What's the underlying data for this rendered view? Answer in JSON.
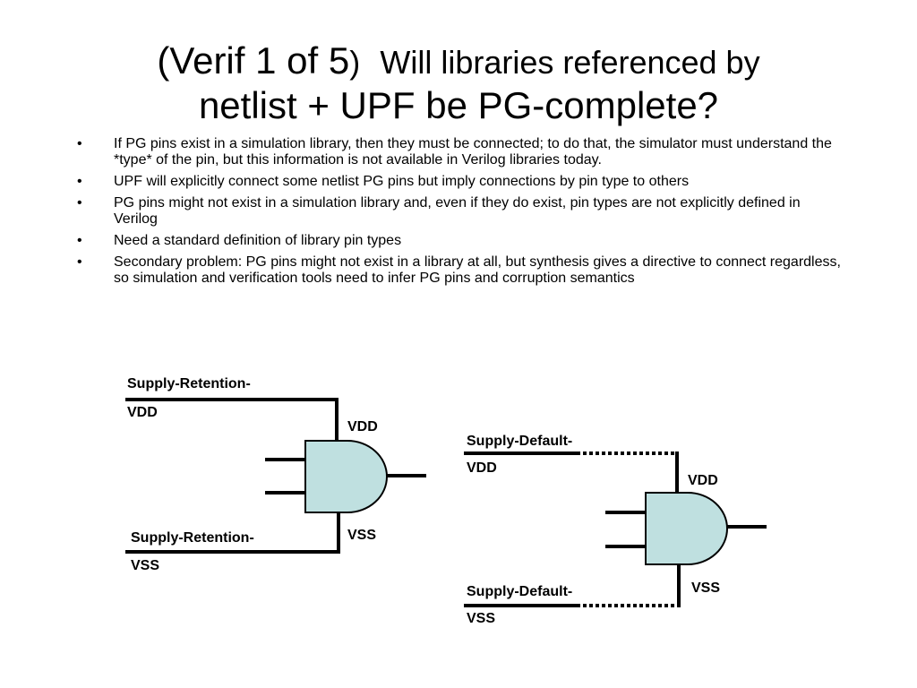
{
  "slide": {
    "title_part1": "(Verif 1 of 5",
    "title_part2": ")",
    "title_part3": "Will libraries referenced by",
    "title_line2": "netlist + UPF be PG-complete?",
    "bullets": [
      "If PG pins exist in a simulation library, then they must be connected; to do that, the simulator must understand the *type* of the pin, but this information is not available in Verilog libraries today.",
      "UPF will explicitly connect some netlist PG pins but imply connections by pin type to others",
      "PG pins might not exist in a simulation library and, even if they do exist, pin types are not explicitly defined in Verilog",
      "Need a standard definition of library pin types",
      "Secondary problem:  PG pins might not exist in a library at all, but synthesis gives a directive to connect regardless, so simulation and verification tools need to infer PG pins and corruption semantics"
    ]
  },
  "diagram": {
    "gate_fill": "#bfe0e0",
    "left": {
      "supply_top_1": "Supply-Retention-",
      "supply_top_2": "VDD",
      "vdd_pin": "VDD",
      "vss_pin": "VSS",
      "supply_bottom_1": "Supply-Retention-",
      "supply_bottom_2": "VSS"
    },
    "right": {
      "supply_top_1": "Supply-Default-",
      "supply_top_2": "VDD",
      "vdd_pin": "VDD",
      "vss_pin": "VSS",
      "supply_bottom_1": "Supply-Default-",
      "supply_bottom_2": "VSS"
    }
  }
}
